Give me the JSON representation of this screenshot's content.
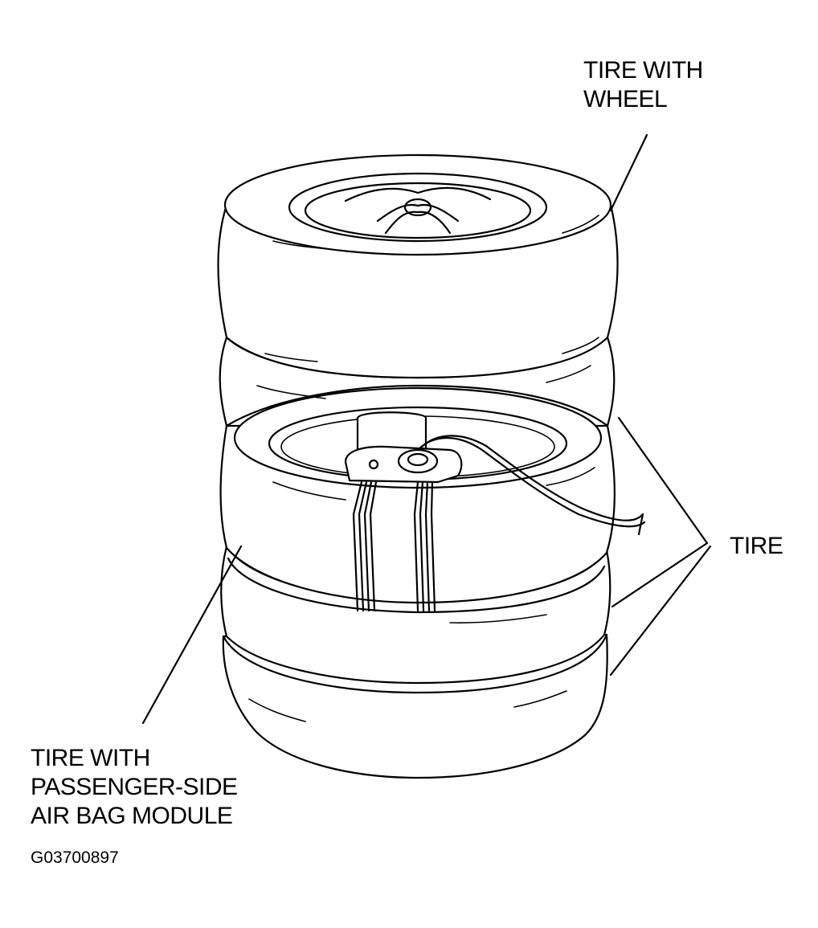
{
  "labels": {
    "tire_with_wheel": [
      "TIRE WITH",
      "WHEEL"
    ],
    "tire": "TIRE",
    "tire_with_module": [
      "TIRE WITH",
      "PASSENGER-SIDE",
      "AIR BAG MODULE"
    ]
  },
  "figure_id": "G03700897"
}
